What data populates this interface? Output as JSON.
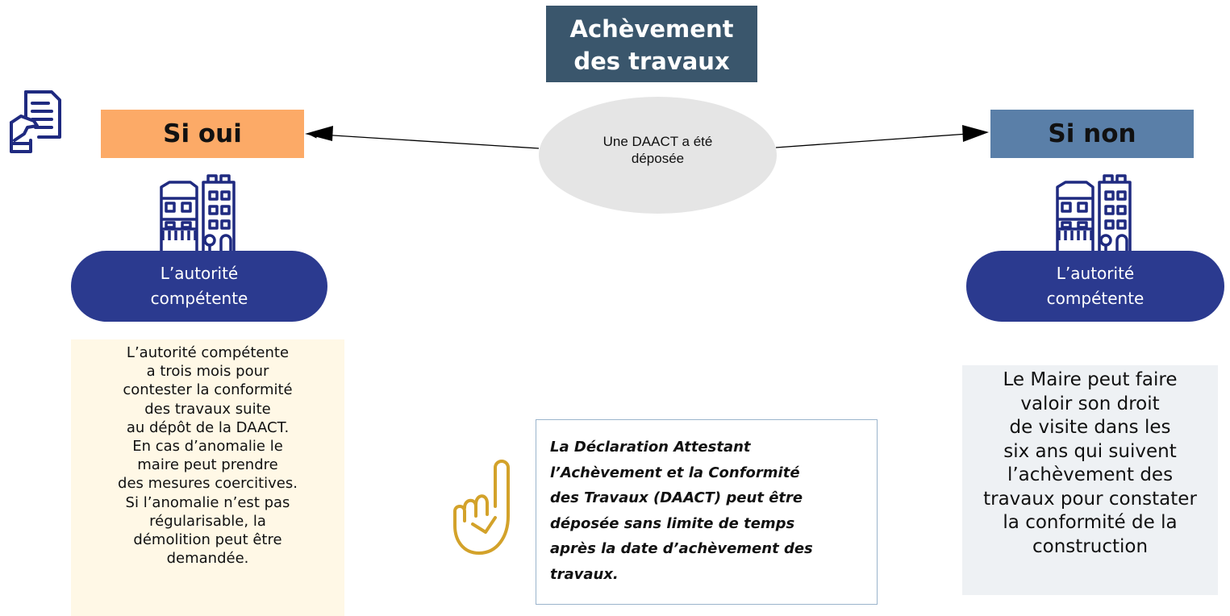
{
  "title": "Achèvement\ndes travaux",
  "question": "Une DAACT a été déposée",
  "branch_yes": {
    "label": "Si oui",
    "authority": "L’autorité\ncompétente",
    "note": "L’autorité compétente\na trois mois pour\ncontester la conformité\ndes travaux suite\nau dépôt de la DAACT.\nEn cas d’anomalie le\nmaire peut prendre\ndes mesures coercitives.\nSi l’anomalie n’est pas\nrégularisable, la\ndémolition peut être\ndemandée."
  },
  "branch_no": {
    "label": "Si non",
    "authority": "L’autorité\ncompétente",
    "note": "Le Maire peut faire\nvaloir son droit\nde visite dans les\nsix ans qui suivent\nl’achèvement des\ntravaux pour constater\nla conformité de la\nconstruction"
  },
  "info": "La Déclaration Attestant\nl’Achèvement et la Conformité\ndes Travaux (DAACT) peut être\ndéposée sans limite de temps\naprès la date d’achèvement des\ntravaux.",
  "icons": {
    "document": "document-hand-icon",
    "building": "city-buildings-icon",
    "finger": "raised-finger-icon"
  },
  "colors": {
    "title_bg": "#3a566c",
    "yes_bg": "#fcaa67",
    "no_bg": "#5a7fa8",
    "pill_bg": "#2b3a8f",
    "icon_blue": "#1f2a80",
    "icon_gold": "#d3a22a"
  }
}
